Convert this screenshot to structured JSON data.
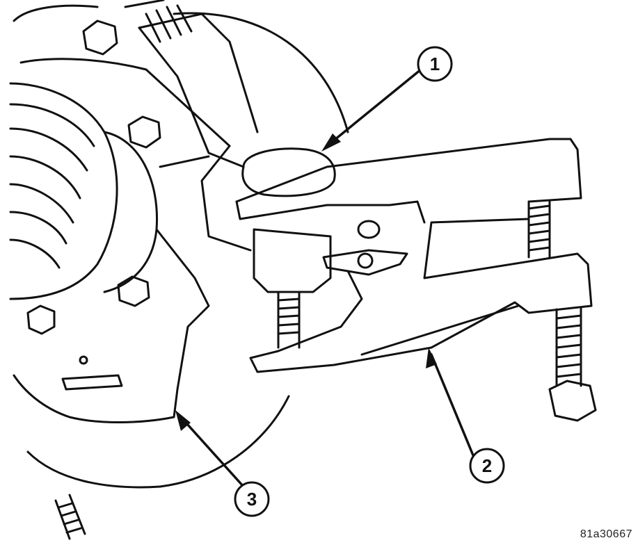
{
  "callouts": [
    {
      "id": "1",
      "label": "1"
    },
    {
      "id": "2",
      "label": "2"
    },
    {
      "id": "3",
      "label": "3"
    }
  ],
  "figure_id": "81a30667",
  "colors": {
    "line": "#111111",
    "background": "#ffffff"
  }
}
